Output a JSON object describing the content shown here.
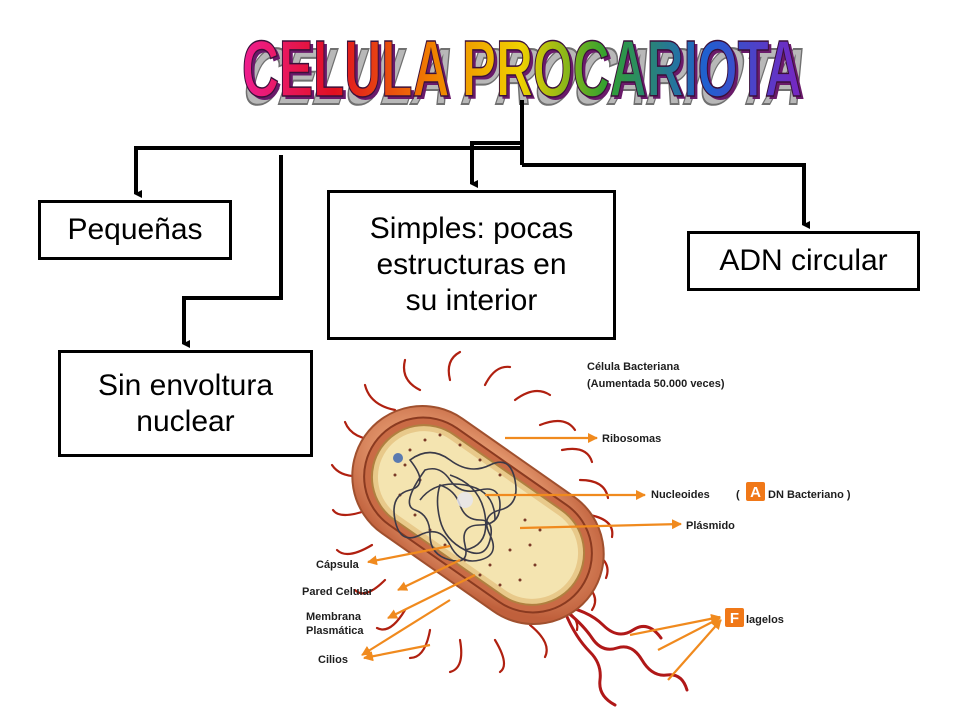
{
  "title": "CELULA PROCARIOTA",
  "concepts": {
    "small": "Pequeñas",
    "simple": "Simples: pocas\nestructuras en\nsu interior",
    "dna": "ADN circular",
    "nuclear": "Sin envoltura\nnuclear"
  },
  "illustration": {
    "caption_line1": "Célula Bacteriana",
    "caption_line2": "(Aumentada 50.000 veces)",
    "labels": {
      "ribosomes": "Ribosomas",
      "nucleoids": "Nucleoides",
      "nucleoids_badge": "A",
      "nucleoids_note": "DN Bacteriano )",
      "nucleoids_paren": "(",
      "plasmid": "Plásmido",
      "capsule": "Cápsula",
      "cell_wall": "Pared Celular",
      "membrane_line1": "Membrana",
      "membrane_line2": "Plasmática",
      "cilia": "Cilios",
      "flagella_badge": "F",
      "flagella": "lagelos"
    }
  },
  "colors": {
    "title_gradient": [
      "#f020a0",
      "#e01020",
      "#f08000",
      "#f0d000",
      "#30a030",
      "#2060d0",
      "#8020c0"
    ],
    "arrow": "#f08a1e",
    "badge": "#f07818",
    "capsule": "#d97a55",
    "cytoplasm": "#f4e4b0",
    "cilia": "#b02010"
  }
}
